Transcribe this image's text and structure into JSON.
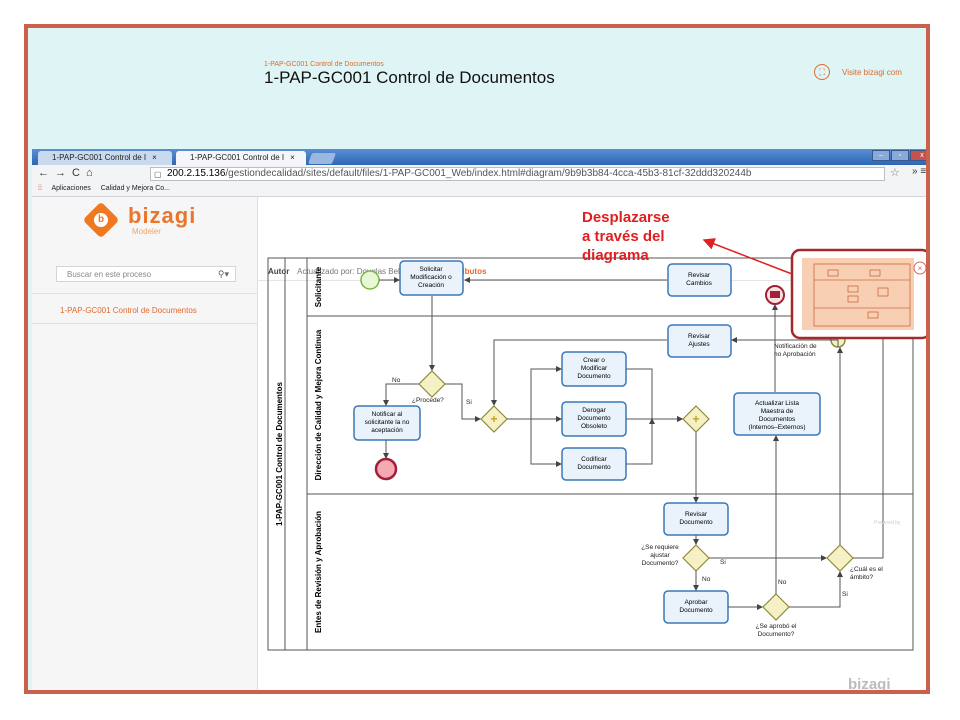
{
  "browser": {
    "tabs": [
      {
        "label": "1-PAP-GC001 Control de I",
        "close": "×"
      },
      {
        "label": "1-PAP-GC001 Control de I",
        "close": "×"
      }
    ],
    "url_host": "200.2.15.136",
    "url_path": "/gestiondecalidad/sites/default/files/1-PAP-GC001_Web/index.html#diagram/9b9b3b84-4cca-45b3-81cf-32ddd320244b",
    "bookmarks": [
      "Aplicaciones",
      "Calidad y Mejora Co..."
    ],
    "nav_icons": [
      "back-icon",
      "forward-icon",
      "reload-icon",
      "home-icon"
    ]
  },
  "sidebar": {
    "logo_name": "bizagi",
    "logo_sub": "Modeler",
    "search_placeholder": "Buscar en este proceso",
    "items": [
      "1-PAP-GC001 Control de Documentos"
    ]
  },
  "header": {
    "breadcrumb": "1-PAP-GC001 Control de Documentos",
    "title": "1-PAP-GC001 Control de Documentos",
    "visit_link": "Visite bizagi com",
    "autor_label": "Autor",
    "updated": "Actualizado por: Douglas Belisario",
    "attributes_link": "Ver atributos"
  },
  "callout": {
    "line1": "Desplazarse",
    "line2": "a través del",
    "line3": "diagrama",
    "color": "#e02020"
  },
  "diagram": {
    "pool": "1-PAP-GC001 Control de Documentos",
    "lanes": [
      "Solicitante",
      "Dirección de Calidad y Mejora Continua",
      "Entes de Revisión y Aprobación"
    ],
    "tasks": {
      "solicitar": [
        "Solicitar",
        "Modificación o",
        "Creación"
      ],
      "revisar_cambios": [
        "Revisar",
        "Cambios"
      ],
      "revisar_ajustes": [
        "Revisar",
        "Ajustes"
      ],
      "crear": [
        "Crear o",
        "Modificar",
        "Documento"
      ],
      "derogar": [
        "Derogar",
        "Documento",
        "Obsoleto"
      ],
      "codificar": [
        "Codificar",
        "Documento"
      ],
      "notificar": [
        "Notificar  al",
        "solicitante la no",
        "aceptación"
      ],
      "actualizar": [
        "Actualizar Lista",
        "Maestra de",
        "Documentos",
        "(Internos–Externos)"
      ],
      "revisar_doc": [
        "Revisar",
        "Documento"
      ],
      "aprobar": [
        "Aprobar",
        "Documento"
      ]
    },
    "labels": {
      "no1": "No",
      "si1": "Si",
      "procede": "¿Procede?",
      "notif_no_aprob": [
        "Notificación de",
        "no Aprobación"
      ],
      "requiere": [
        "¿Se requiere",
        "ajustar",
        "Documento?"
      ],
      "si2": "Si",
      "no2": "No",
      "no3": "No",
      "aprobo": [
        "¿Se aprobó el",
        "Documento?"
      ],
      "si3": "Si",
      "ambito": [
        "¿Cuál es el",
        "ámbito?"
      ]
    }
  },
  "footer": {
    "powered": "Powered by",
    "logo": "bizagi"
  }
}
